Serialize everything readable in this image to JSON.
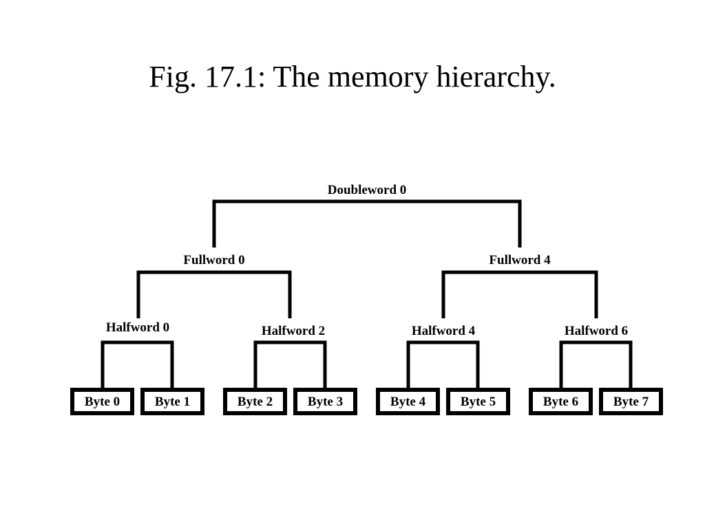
{
  "title": "Fig. 17.1: The memory hierarchy.",
  "hierarchy": {
    "doubleword": "Doubleword 0",
    "fullwords": [
      "Fullword 0",
      "Fullword 4"
    ],
    "halfwords": [
      "Halfword 0",
      "Halfword 2",
      "Halfword 4",
      "Halfword 6"
    ],
    "bytes": [
      "Byte 0",
      "Byte 1",
      "Byte 2",
      "Byte 3",
      "Byte 4",
      "Byte 5",
      "Byte 6",
      "Byte 7"
    ]
  }
}
